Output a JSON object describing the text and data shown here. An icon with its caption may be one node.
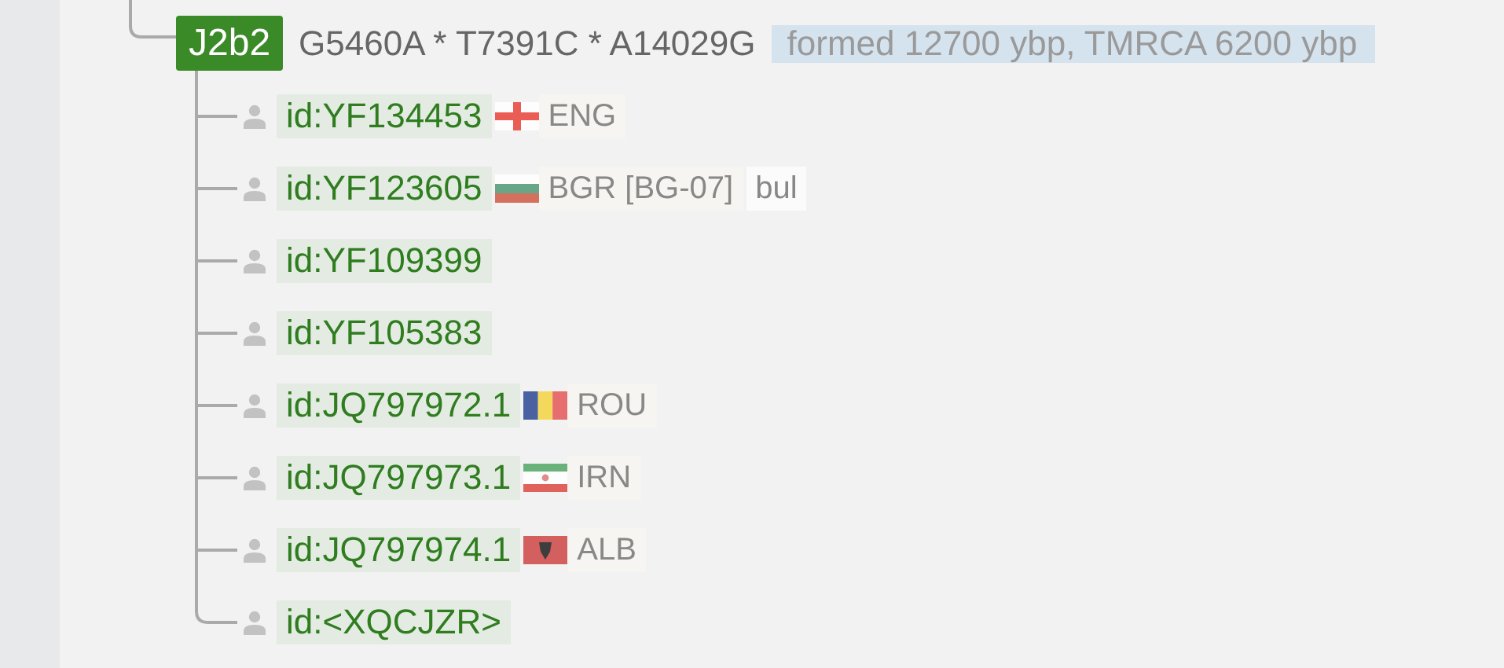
{
  "diagram": {
    "nodes": [
      {
        "text": [
          "J2b2"
        ],
        "beside": [
          "G5460A * T7391C * A14029G",
          "formed 12700 ybp, TMRCA 6200 ybp"
        ]
      },
      {
        "text": [
          "id:YF134453"
        ],
        "beside": [
          "ENG"
        ]
      },
      {
        "text": [
          "id:YF123605"
        ],
        "beside": [
          "BGR [BG-07]",
          "bul"
        ]
      },
      {
        "text": [
          "id:YF109399"
        ]
      },
      {
        "text": [
          "id:YF105383"
        ]
      },
      {
        "text": [
          "id:JQ797972.1"
        ],
        "beside": [
          "ROU"
        ]
      },
      {
        "text": [
          "id:JQ797973.1"
        ],
        "beside": [
          "IRN"
        ]
      },
      {
        "text": [
          "id:JQ797974.1"
        ],
        "beside": [
          "ALB"
        ]
      },
      {
        "text": [
          "id:<XQCJZR>"
        ]
      }
    ],
    "edges": [
      {
        "from": null,
        "to": 0,
        "arrow": "none"
      },
      {
        "from": 0,
        "to": 1,
        "arrow": "none"
      },
      {
        "from": 0,
        "to": 2,
        "arrow": "none"
      },
      {
        "from": 0,
        "to": 3,
        "arrow": "none"
      },
      {
        "from": 0,
        "to": 4,
        "arrow": "none"
      },
      {
        "from": 0,
        "to": 5,
        "arrow": "none"
      },
      {
        "from": 0,
        "to": 6,
        "arrow": "none"
      },
      {
        "from": 0,
        "to": 7,
        "arrow": "none"
      },
      {
        "from": 0,
        "to": 8,
        "arrow": "none"
      }
    ]
  }
}
